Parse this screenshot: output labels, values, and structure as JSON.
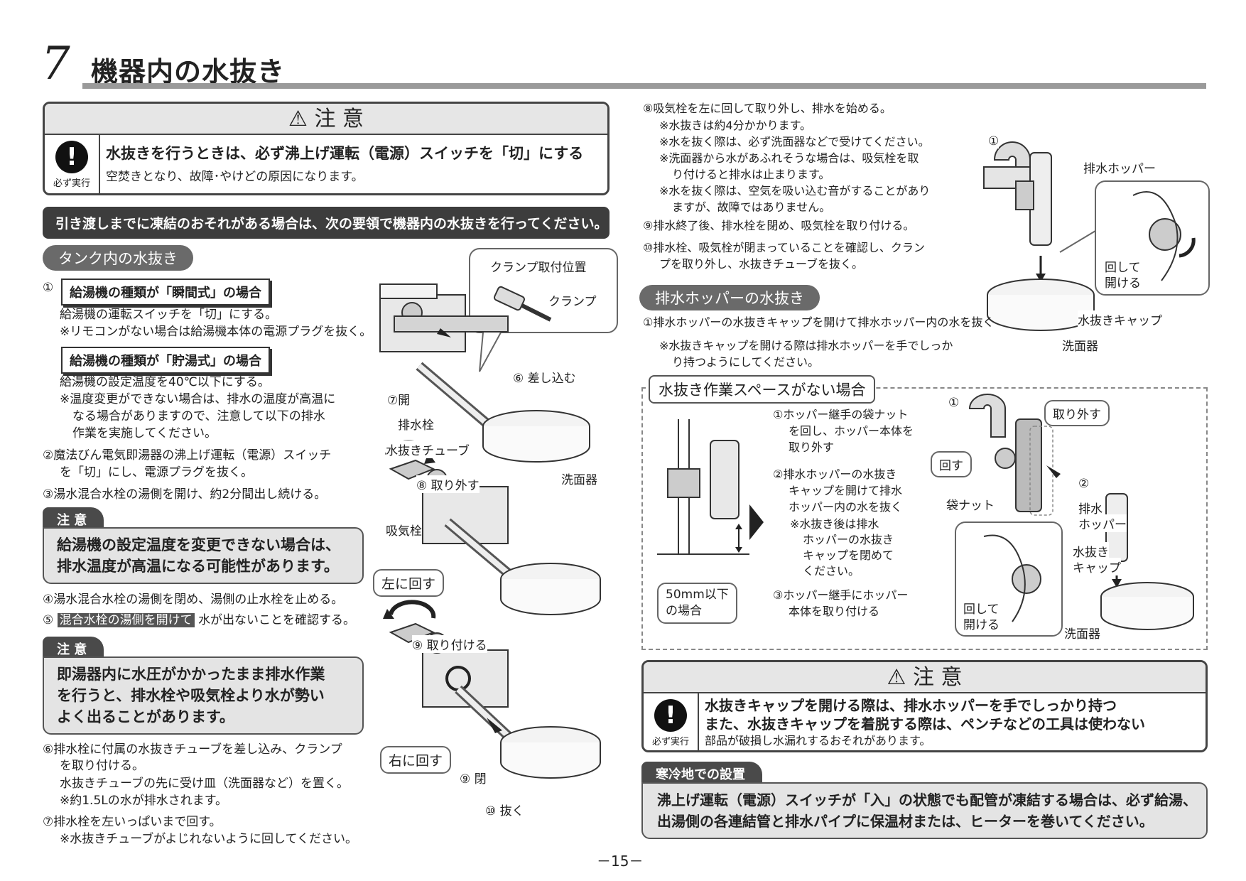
{
  "section": {
    "number": "7",
    "title": "機器内の水抜き"
  },
  "top_caution": {
    "header": "注 意",
    "icon_label": "必ず実行",
    "main": "水抜きを行うときは、必ず沸上げ運転（電源）スイッチを「切」にする",
    "sub": "空焚きとなり、故障･やけどの原因になります。"
  },
  "intro_bar": "引き渡しまでに凍結のおそれがある場合は、次の要領で機器内の水抜きを行ってください。",
  "tank": {
    "heading": "タンク内の水抜き",
    "s1_num": "①",
    "type_instant": "給湯機の種類が「瞬間式」の場合",
    "instant_l1": "給湯機の運転スイッチを「切」にする。",
    "instant_l2": "※リモコンがない場合は給湯機本体の電源プラグを抜く。",
    "type_storage": "給湯機の種類が「貯湯式」の場合",
    "storage_l1": "給湯機の設定温度を40℃以下にする。",
    "storage_l2": "※温度変更ができない場合は、排水の温度が高温に",
    "storage_l3": "なる場合がありますので、注意して以下の排水",
    "storage_l4": "作業を実施してください。",
    "s2_l1": "②魔法びん電気即湯器の沸上げ運転（電源）スイッチ",
    "s2_l2": "を「切」にし、電源プラグを抜く。",
    "s3": "③湯水混合水栓の湯側を開け、約2分間出し続ける。",
    "note1_tab": "注 意",
    "note1_l1": "給湯機の設定温度を変更できない場合は、",
    "note1_l2": "排水温度が高温になる可能性があります。",
    "s4": "④湯水混合水栓の湯側を閉め、湯側の止水栓を止める。",
    "s5_num": "⑤",
    "s5_highlight": "混合水栓の湯側を開けて",
    "s5_rest": "水が出ないことを確認する。",
    "note2_tab": "注 意",
    "note2_l1": "即湯器内に水圧がかかったまま排水作業",
    "note2_l2": "を行うと、排水栓や吸気栓より水が勢い",
    "note2_l3": "よく出ることがあります。",
    "s6_l1": "⑥排水栓に付属の水抜きチューブを差し込み、クランプ",
    "s6_l2": "を取り付ける。",
    "s6_l3": "水抜きチューブの先に受け皿（洗面器など）を置く。",
    "s6_l4": "※約1.5Lの水が排水されます。",
    "s7_l1": "⑦排水栓を左いっぱいまで回す。",
    "s7_l2": "※水抜きチューブがよじれないように回してください。"
  },
  "fig_mid": {
    "callout_clamp_pos": "クランプ取付位置",
    "clamp": "クランプ",
    "insert": "⑥ 差し込む",
    "open": "⑦開",
    "drain_plug": "排水栓",
    "tube": "水抜きチューブ",
    "basin1": "洗面器",
    "remove": "⑧ 取り外す",
    "air_plug": "吸気栓",
    "turn_left": "左に回す",
    "attach": "⑨ 取り付ける",
    "turn_right": "右に回す",
    "close": "⑨ 閉",
    "pull": "⑩ 抜く"
  },
  "right_steps": {
    "s8_l1": "⑧吸気栓を左に回して取り外し、排水を始める。",
    "s8_n1": "※水抜きは約4分かかります。",
    "s8_n2": "※水を抜く際は、必ず洗面器などで受けてください。",
    "s8_n3a": "※洗面器から水があふれそうな場合は、吸気栓を取",
    "s8_n3b": "り付けると排水は止まります。",
    "s8_n4a": "※水を抜く際は、空気を吸い込む音がすることがあり",
    "s8_n4b": "ますが、故障ではありません。",
    "s9": "⑨排水終了後、排水栓を閉め、吸気栓を取り付ける。",
    "s10_l1": "⑩排水栓、吸気栓が閉まっていることを確認し、クラン",
    "s10_l2": "プを取り外し、水抜きチューブを抜く。"
  },
  "fig_right_top": {
    "num": "①",
    "hopper": "排水ホッパー",
    "open_label_1": "回して",
    "open_label_2": "開ける",
    "cap": "水抜きキャップ",
    "basin": "洗面器"
  },
  "hopper": {
    "heading": "排水ホッパーの水抜き",
    "s1": "①排水ホッパーの水抜きキャップを開けて排水ホッパー内の水を抜く",
    "n1a": "※水抜きキャップを開ける際は排水ホッパーを手でしっか",
    "n1b": "り持つようにしてください。"
  },
  "no_space": {
    "title": "水抜き作業スペースがない場合",
    "c1a": "①ホッパー継手の袋ナット",
    "c1b": "を回し、ホッパー本体を",
    "c1c": "取り外す",
    "c2a": "②排水ホッパーの水抜き",
    "c2b": "キャップを開けて排水",
    "c2c": "ホッパー内の水を抜く",
    "c2n1": "※水抜き後は排水",
    "c2n2": "ホッパーの水抜き",
    "c2n3": "キャップを閉めて",
    "c2n4": "ください。",
    "c3a": "③ホッパー継手にホッパー",
    "c3b": "本体を取り付ける",
    "dim_1": "50mm以下",
    "dim_2": "の場合",
    "f_num1": "①",
    "f_remove": "取り外す",
    "f_turn": "回す",
    "f_nut": "袋ナット",
    "f_num2": "②",
    "f_hopper_1": "排水",
    "f_hopper_2": "ホッパー",
    "f_cap_1": "水抜き",
    "f_cap_2": "キャップ",
    "f_open_1": "回して",
    "f_open_2": "開ける",
    "f_basin": "洗面器"
  },
  "bottom_caution": {
    "header": "注 意",
    "icon_label": "必ず実行",
    "l1": "水抜きキャップを開ける際は、排水ホッパーを手でしっかり持つ",
    "l2": "また、水抜きキャップを着脱する際は、ペンチなどの工具は使わない",
    "l3": "部品が破損し水漏れするおそれがあります。"
  },
  "cold": {
    "tab": "寒冷地での設置",
    "l1": "沸上げ運転（電源）スイッチが「入」の状態でも配管が凍結する場合は、必ず給湯、",
    "l2": "出湯側の各連結管と排水パイプに保温材または、ヒーターを巻いてください。"
  },
  "page_number": "－15－"
}
